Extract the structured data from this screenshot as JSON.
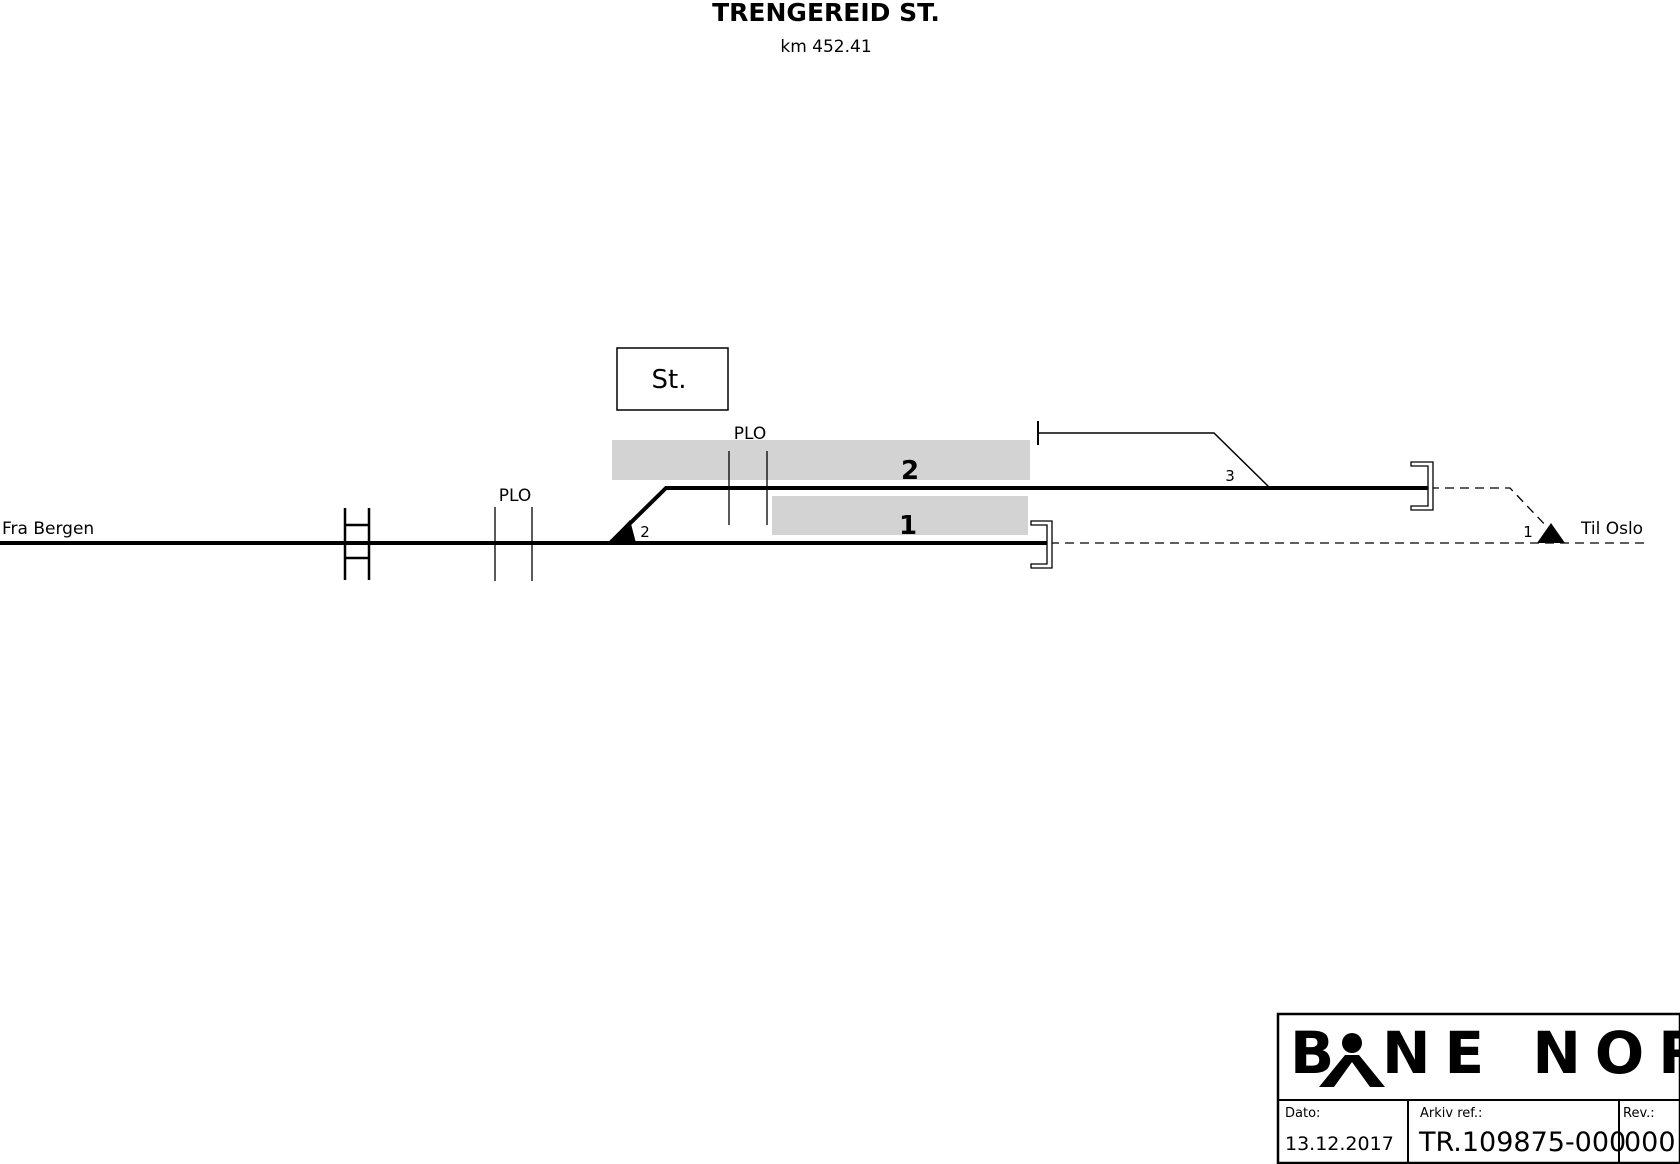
{
  "header": {
    "title": "TRENGEREID ST.",
    "km": "km 452.41"
  },
  "diagram": {
    "building_label": "St.",
    "platforms": [
      "2",
      "1"
    ],
    "crossings": [
      "PLO",
      "PLO"
    ],
    "switches": [
      "2",
      "3",
      "1"
    ],
    "directions": {
      "left": "Fra Bergen",
      "right": "Til Oslo"
    }
  },
  "title_block": {
    "logo": [
      "B",
      "NE NOR"
    ],
    "date_label": "Dato:",
    "date": "13.12.2017",
    "ref_label": "Arkiv ref.:",
    "ref": "TR.109875-000",
    "rev_label": "Rev.:",
    "rev": "000"
  },
  "colors": {
    "track": "#000000",
    "platform": "#d3d3d3"
  }
}
